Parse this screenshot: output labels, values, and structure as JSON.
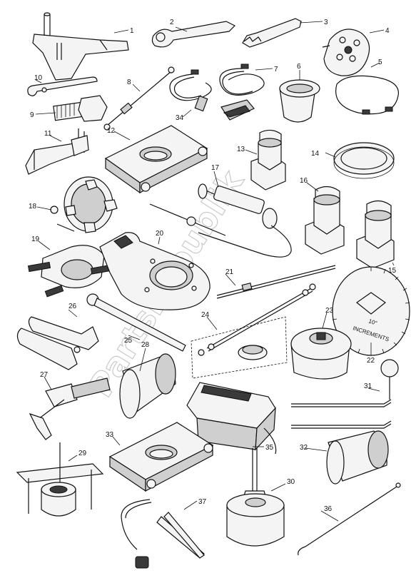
{
  "watermark": "PartsRepublik",
  "dial_labels": {
    "degrees": "10°",
    "increments": "INCREMENTS"
  },
  "callouts": [
    "1",
    "2",
    "3",
    "4",
    "5",
    "6",
    "7",
    "8",
    "9",
    "10",
    "11",
    "12",
    "13",
    "14",
    "15",
    "16",
    "17",
    "18",
    "19",
    "20",
    "21",
    "22",
    "23",
    "24",
    "25",
    "26",
    "27",
    "28",
    "29",
    "30",
    "31",
    "32",
    "33",
    "34",
    "35",
    "36",
    "37"
  ]
}
